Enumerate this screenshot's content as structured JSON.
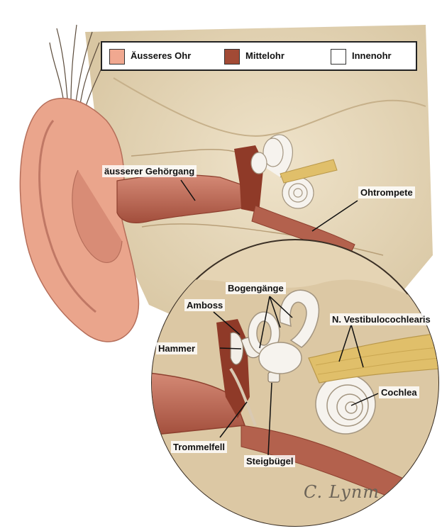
{
  "legend": {
    "items": [
      {
        "label": "Äusseres Ohr",
        "color": "#f0a890"
      },
      {
        "label": "Mittelohr",
        "color": "#a24a35"
      },
      {
        "label": "Innenohr",
        "color": "#ffffff"
      }
    ]
  },
  "labels": {
    "outer_canal": "äusserer Gehörgang",
    "eustachian": "Ohtrompete",
    "semicircular": "Bogengänge",
    "incus": "Amboss",
    "nerve": "N. Vestibulocochlearis",
    "malleus": "Hammer",
    "cochlea": "Cochlea",
    "eardrum": "Trommelfell",
    "stapes": "Steigbügel"
  },
  "signature": "C. Lynm",
  "colors": {
    "bone": "#e8d9bd",
    "skin": "#f0a890",
    "canal": "#b8604c",
    "middle": "#a24a35",
    "inner": "#f6f3ee",
    "nerve": "#e0bf6a"
  }
}
